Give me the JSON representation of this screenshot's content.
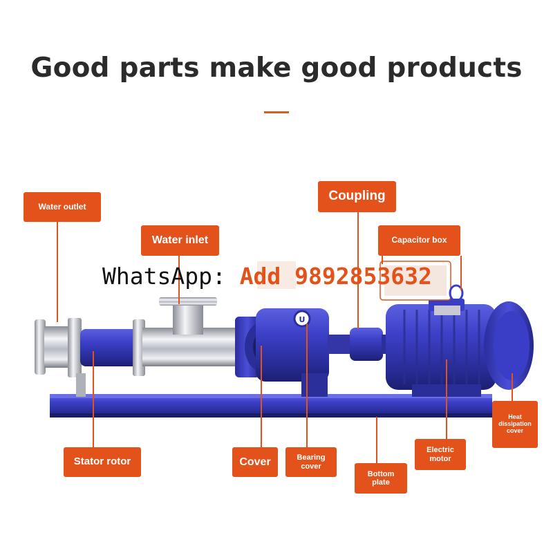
{
  "title": "Good parts make good products",
  "watermark": {
    "prefix": "WhatsApp:",
    "number": "Add 9892853632"
  },
  "labels": {
    "water_outlet": "Water outlet",
    "water_inlet": "Water inlet",
    "coupling": "Coupling",
    "capacitor_box": "Capacitor box",
    "heat_dissipation_cover": [
      "Heat",
      "dissipation",
      "cover"
    ],
    "stator_rotor": "Stator rotor",
    "cover": "Cover",
    "bearing_cover": [
      "Bearing",
      "cover"
    ],
    "bottom_plate": [
      "Bottom",
      "plate"
    ],
    "electric_motor": [
      "Electric",
      "motor"
    ]
  },
  "colors": {
    "accent": "#e3521b",
    "pump_blue": "#3b3fc4",
    "steel": "#c9cbd2"
  }
}
